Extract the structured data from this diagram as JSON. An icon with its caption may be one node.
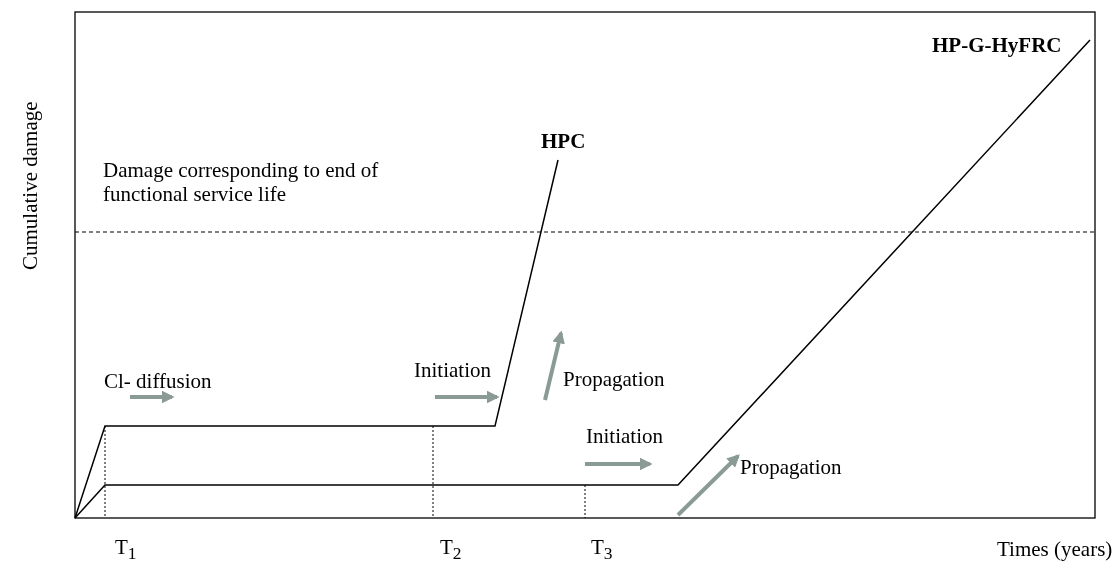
{
  "diagram": {
    "labels": [
      "Cumulative damage",
      "HPC",
      "HP-G-HyFRC",
      "Damage corresponding to end of functional service life",
      "Cl- diffusion",
      "Initiation",
      "Propagation",
      "Initiation",
      "Propagation",
      "T$_{1}$",
      "T$_{2}$",
      "T$_{3}$",
      "Times (years)"
    ]
  }
}
